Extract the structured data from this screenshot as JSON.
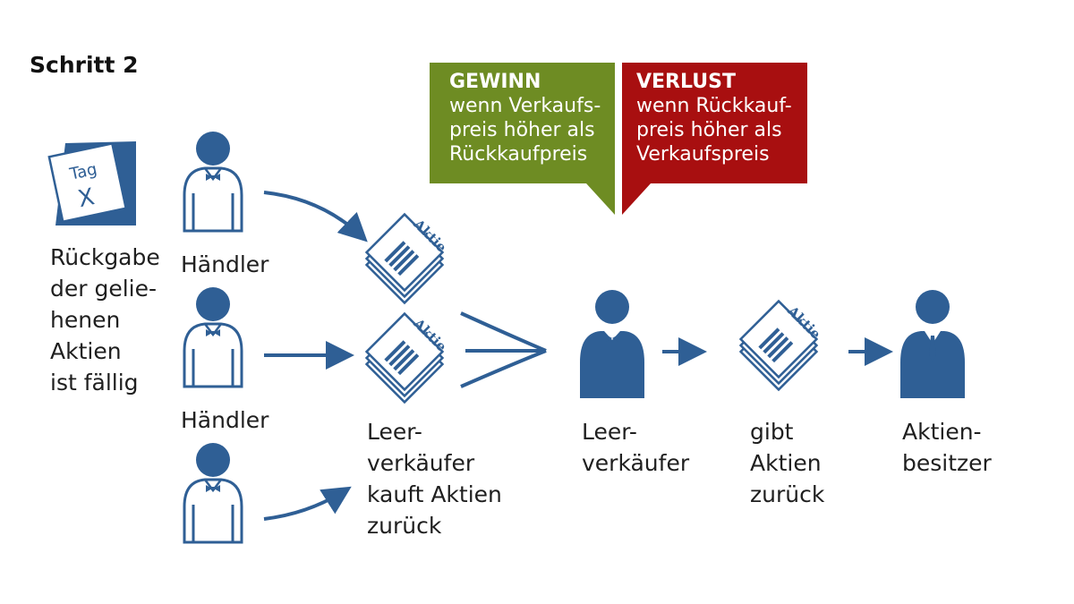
{
  "title": "Schritt 2",
  "colors": {
    "figure": "#2f5f95",
    "gewinn": "#6e8c23",
    "verlust": "#a80f10",
    "text": "#1f1f1f"
  },
  "calendar": {
    "tag": "Tag",
    "x": "X"
  },
  "labels": {
    "rueckgabe": "Rückgabe\nder gelie-\nhenen\nAktien\nist fällig",
    "haendler_1": "Händler",
    "haendler_2": "Händler",
    "leerverkaeufer_kauft": "Leer-\nverkäufer\nkauft Aktien\nzurück",
    "leerverkaeufer": "Leer-\nverkäufer",
    "gibt_aktien": "gibt\nAktien\nzurück",
    "aktienbesitzer": "Aktien-\nbesitzer"
  },
  "stock_doc_label": "Aktie",
  "gewinn": {
    "head": "GEWINN",
    "body": "wenn Verkaufs-\npreis höher als\nRückkaufpreis"
  },
  "verlust": {
    "head": "VERLUST",
    "body": "wenn Rückkauf-\npreis höher als\nVerkaufspreis"
  }
}
